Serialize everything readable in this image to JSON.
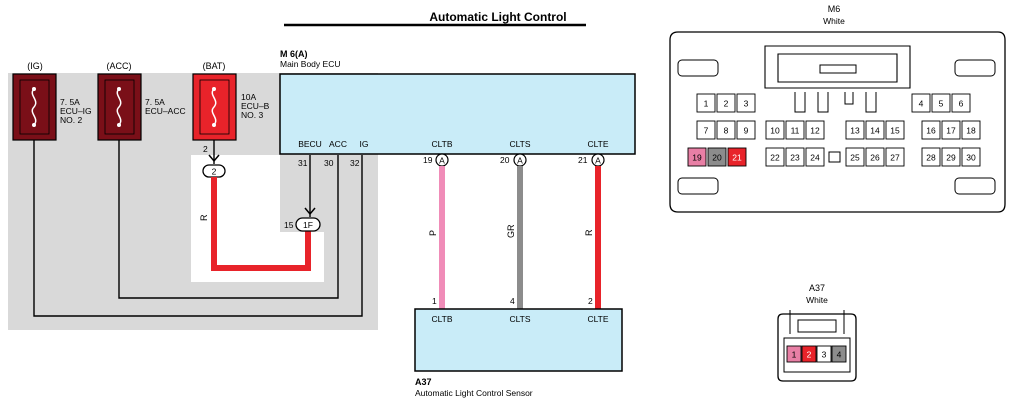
{
  "title": "Automatic Light Control",
  "fuses": [
    {
      "source": "(IG)",
      "rating": "7. 5A",
      "name_1": "ECU–IG",
      "name_2": "NO. 2",
      "color": "#7a0f18"
    },
    {
      "source": "(ACC)",
      "rating": "7. 5A",
      "name_1": "ECU–ACC",
      "name_2": "",
      "color": "#7a0f18"
    },
    {
      "source": "(BAT)",
      "rating": "10A",
      "name_1": "ECU–B",
      "name_2": "NO. 3",
      "color": "#e8232a"
    }
  ],
  "ecu": {
    "ref": "M 6(A)",
    "name": "Main Body ECU",
    "pins": [
      {
        "label": "BECU",
        "number": "31"
      },
      {
        "label": "ACC",
        "number": "30"
      },
      {
        "label": "IG",
        "number": "32"
      },
      {
        "label": "CLTB",
        "number": "19"
      },
      {
        "label": "CLTS",
        "number": "20"
      },
      {
        "label": "CLTE",
        "number": "21"
      }
    ],
    "connector_letter": "A"
  },
  "junctions": [
    {
      "label": "2",
      "pin": "2"
    },
    {
      "label": "1F",
      "pin": "15"
    }
  ],
  "wires": [
    {
      "code": "R",
      "color": "#e8232a"
    },
    {
      "code": "P",
      "color": "#f08cb8"
    },
    {
      "code": "GR",
      "color": "#8c8c8c"
    },
    {
      "code": "R",
      "color": "#e8232a"
    }
  ],
  "sensor": {
    "ref": "A37",
    "name": "Automatic Light Control Sensor",
    "pins": [
      {
        "label": "CLTB",
        "number": "1"
      },
      {
        "label": "CLTS",
        "number": "4"
      },
      {
        "label": "CLTE",
        "number": "2"
      }
    ]
  },
  "m6_connector": {
    "ref": "M6",
    "color_name": "White",
    "row1": [
      "1",
      "2",
      "3",
      "4",
      "5",
      "6"
    ],
    "row2": [
      "7",
      "8",
      "9",
      "10",
      "11",
      "12",
      "13",
      "14",
      "15",
      "16",
      "17",
      "18"
    ],
    "row3": [
      "19",
      "20",
      "21",
      "22",
      "23",
      "24",
      "25",
      "26",
      "27",
      "28",
      "29",
      "30"
    ]
  },
  "a37_connector": {
    "ref": "A37",
    "color_name": "White",
    "cavities": [
      "1",
      "2",
      "3",
      "4"
    ]
  },
  "colors": {
    "module_fill": "#c9ecf8",
    "ground_area": "#d9d9d9",
    "wire_red": "#e8232a",
    "wire_pink": "#f08cb8",
    "wire_gray": "#8c8c8c",
    "pin_pink": "#e87fa5",
    "pin_gray": "#8c8c8c",
    "pin_red": "#e8232a"
  }
}
